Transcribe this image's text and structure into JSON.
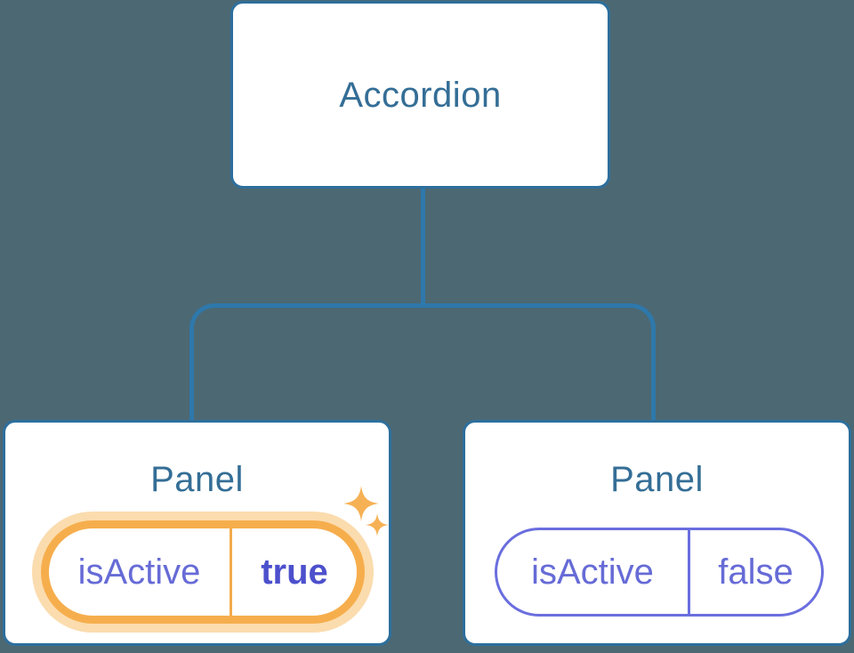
{
  "diagram": {
    "root": {
      "label": "Accordion"
    },
    "panels": [
      {
        "label": "Panel",
        "prop": {
          "name": "isActive",
          "value": "true"
        },
        "highlighted": true,
        "has_sparkles": true
      },
      {
        "label": "Panel",
        "prop": {
          "name": "isActive",
          "value": "false"
        },
        "highlighted": false,
        "has_sparkles": false
      }
    ]
  },
  "colors": {
    "background": "#4c6873",
    "node_fill": "#ffffff",
    "node_border": "#2d6f9d",
    "connector": "#2e78ab",
    "heading_text": "#346e96",
    "prop_text": "#666bd6",
    "active_value_text": "#4c50cc",
    "active_pill_border": "#f6ae4d",
    "active_pill_halo": "#fbdcae",
    "active_pill_divider": "#f2ab4b",
    "inactive_pill_border": "#6a6ede",
    "sparkle": "#f6b155"
  }
}
